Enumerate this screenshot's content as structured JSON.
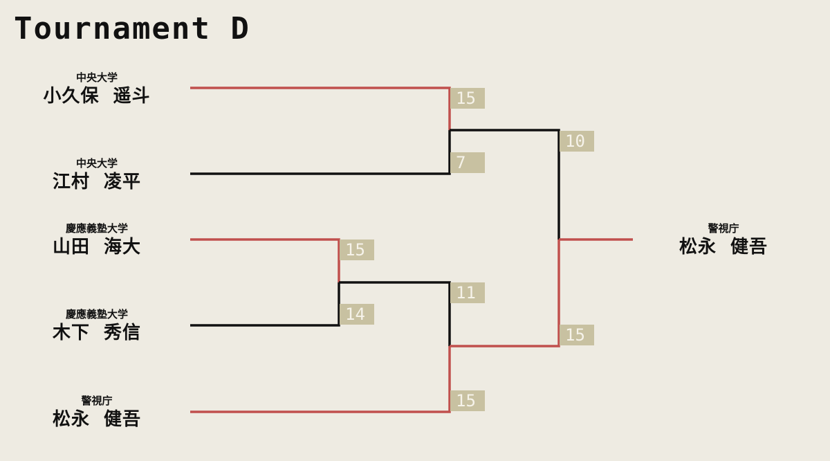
{
  "title": "Tournament D",
  "colors": {
    "winner_line": "#c0504d",
    "loser_line": "#111111",
    "score_bg": "#c8c1a1",
    "background": "#eeebe2"
  },
  "players": [
    {
      "team": "中央大学",
      "name": "小久保  遥斗"
    },
    {
      "team": "中央大学",
      "name": "江村  凌平"
    },
    {
      "team": "慶應義塾大学",
      "name": "山田  海大"
    },
    {
      "team": "慶應義塾大学",
      "name": "木下  秀信"
    },
    {
      "team": "警視庁",
      "name": "松永  健吾"
    }
  ],
  "champion": {
    "team": "警視庁",
    "name": "松永  健吾"
  },
  "scores": {
    "r1a_top": "15",
    "r1a_bot": "7",
    "r1b_top": "15",
    "r1b_bot": "14",
    "sf_top": "11",
    "sf_bot": "15",
    "final_top": "10",
    "final_bot": "15"
  }
}
